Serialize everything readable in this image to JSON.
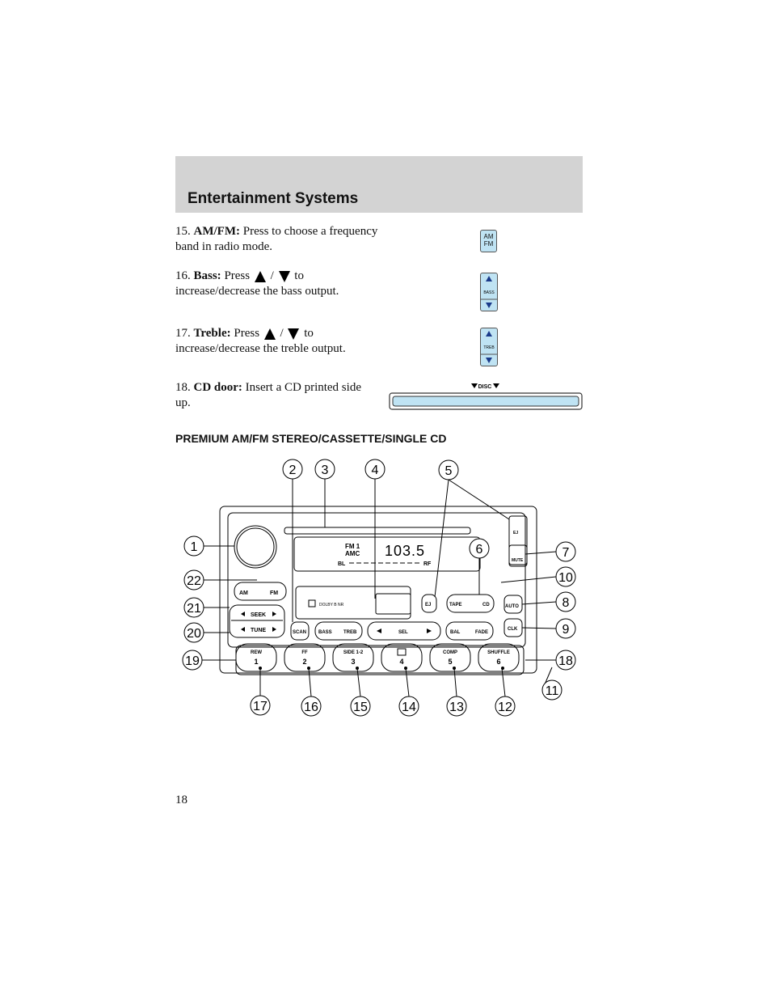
{
  "header": {
    "title": "Entertainment Systems"
  },
  "entries": [
    {
      "num": "15.",
      "label": "AM/FM:",
      "text": "Press to choose a frequency band in radio mode."
    },
    {
      "num": "16.",
      "label": "Bass:",
      "pre": "Press",
      "post": "to increase/decrease the bass output."
    },
    {
      "num": "17.",
      "label": "Treble:",
      "pre": "Press",
      "post": "to increase/decrease the treble output."
    },
    {
      "num": "18.",
      "label": "CD door:",
      "text": "Insert a CD printed side up."
    }
  ],
  "icons": {
    "amfm": {
      "line1": "AM",
      "line2": "FM"
    },
    "bass": "BASS",
    "treb": "TREB",
    "disc": "DISC"
  },
  "section_heading": "PREMIUM AM/FM STEREO/CASSETTE/SINGLE CD",
  "diagram": {
    "callouts": [
      "1",
      "2",
      "3",
      "4",
      "5",
      "6",
      "7",
      "8",
      "9",
      "10",
      "11",
      "12",
      "13",
      "14",
      "15",
      "16",
      "17",
      "18",
      "19",
      "20",
      "21",
      "22"
    ],
    "display": {
      "band": "FM 1",
      "amc": "AMC",
      "freq": "103.5",
      "bl": "BL",
      "rf": "RF",
      "dolby": "DOLBY B NR"
    },
    "buttons": {
      "am": "AM",
      "fm": "FM",
      "seek": "SEEK",
      "tune": "TUNE",
      "scan": "SCAN",
      "bass": "BASS",
      "treb": "TREB",
      "sel": "SEL",
      "bal": "BAL",
      "fade": "FADE",
      "ej": "EJ",
      "tape": "TAPE",
      "cd": "CD",
      "auto": "AUTO",
      "clk": "CLK",
      "mute": "MUTE",
      "ej_top": "EJ"
    },
    "presets": [
      {
        "label": "REW",
        "num": "1"
      },
      {
        "label": "FF",
        "num": "2"
      },
      {
        "label": "SIDE 1-2",
        "num": "3"
      },
      {
        "label": "",
        "num": "4"
      },
      {
        "label": "COMP",
        "num": "5"
      },
      {
        "label": "SHUFFLE",
        "num": "6"
      }
    ]
  },
  "page_number": "18"
}
